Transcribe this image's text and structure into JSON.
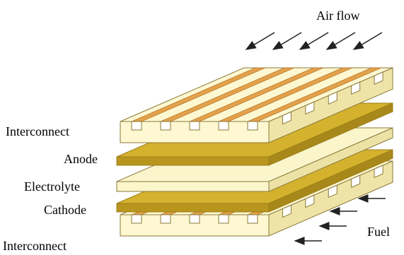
{
  "labels": {
    "air_flow": "Air flow",
    "interconnect_top": "Interconnect",
    "anode": "Anode",
    "electrolyte": "Electrolyte",
    "cathode": "Cathode",
    "fuel": "Fuel",
    "interconnect_bottom": "Interconnect"
  },
  "colors": {
    "interconnect_face": "#fdf8d2",
    "interconnect_edge": "#8a7a3a",
    "channel": "#e3a14c",
    "anode_cathode": "#d4b22e",
    "anode_cathode_dark": "#9c8018",
    "electrolyte": "#fbf5cc",
    "arrow": "#222222"
  },
  "structure": {
    "top_channel_count": 5,
    "bottom_channel_count": 5,
    "air_arrow_count": 5,
    "fuel_arrow_count": 4
  }
}
